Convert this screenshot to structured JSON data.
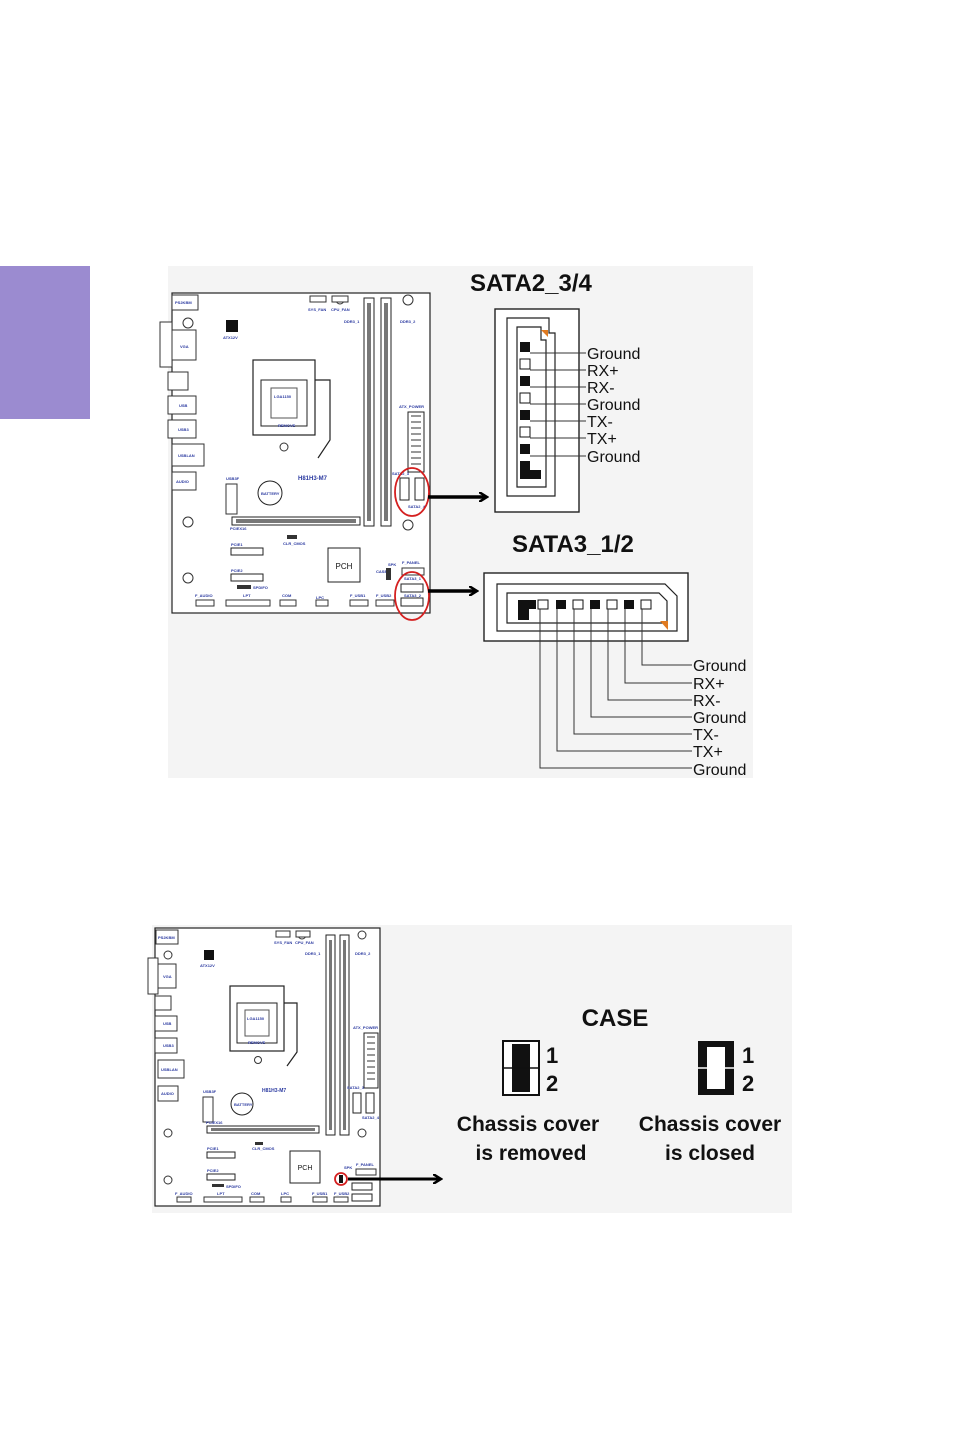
{
  "colors": {
    "side_tab": "#9b8bd0",
    "highlight_circle": "#d42020",
    "board_labels": "#2b3aa0",
    "panel_bg": "#f4f4f4",
    "key_notch": "#e07a20"
  },
  "board_labels": {
    "ps2kbm": "PS2KBM",
    "sys_fan": "SYS_FAN",
    "cpu_fan": "CPU_FAN",
    "atx12v": "ATX12V",
    "ddr3_1": "DDR3_1",
    "ddr3_2": "DDR3_2",
    "vga": "VGA",
    "lga": "LGA1150",
    "remove": "REMOVE",
    "usb": "USB",
    "usb3": "USB3",
    "usblan": "USBLAN",
    "audio": "AUDIO",
    "atx_power": "ATX_POWER",
    "model": "H81H3-M7",
    "battery": "BATTERY",
    "usb3f": "USB3F",
    "pciex16": "PCIEX16",
    "clr_cmos": "CLR_CMOS",
    "pcie1": "PCIE1",
    "pcie2": "PCIE2",
    "spdifo": "SPDIFO",
    "lpt": "LPT",
    "pch": "PCH",
    "spk": "SPK",
    "case": "CASE",
    "f_panel": "F_PANEL",
    "sata3_1": "SATA3_1",
    "sata3_2": "SATA3_2",
    "sata2_3": "SATA2_3",
    "sata2_4": "SATA2_4",
    "f_audio": "F_AUDIO",
    "com": "COM",
    "lpc": "LPC",
    "f_usb1": "F_USB1",
    "f_usb2": "F_USB2"
  },
  "sata2": {
    "title": "SATA2_3/4",
    "pins": [
      "Ground",
      "RX+",
      "RX-",
      "Ground",
      "TX-",
      "TX+",
      "Ground"
    ]
  },
  "sata3": {
    "title": "SATA3_1/2",
    "pins": [
      "Ground",
      "RX+",
      "RX-",
      "Ground",
      "TX-",
      "TX+",
      "Ground"
    ]
  },
  "case_jumper": {
    "title": "CASE",
    "pin_1": "1",
    "pin_2": "2",
    "removed_line1": "Chassis cover",
    "removed_line2": "is removed",
    "closed_line1": "Chassis cover",
    "closed_line2": "is closed"
  }
}
